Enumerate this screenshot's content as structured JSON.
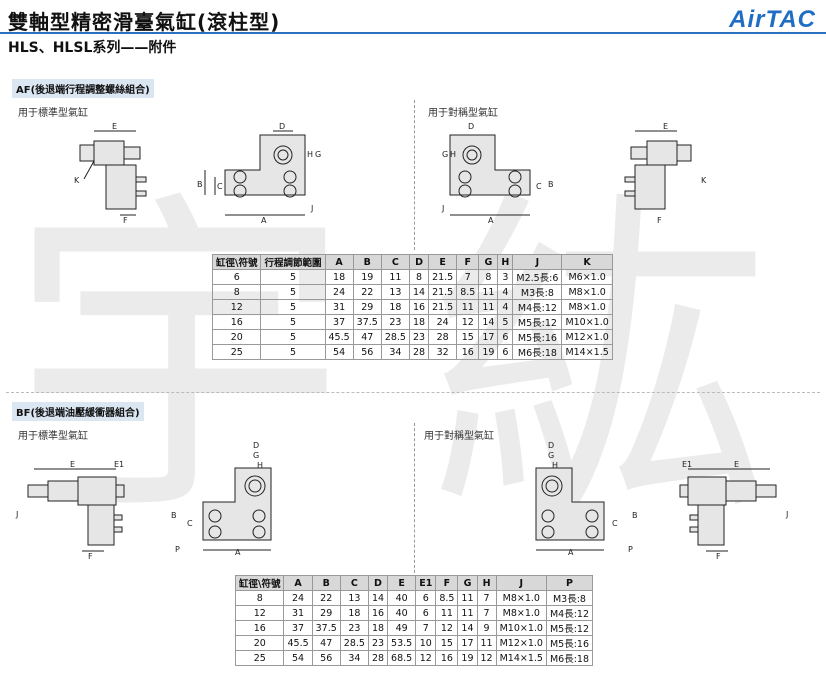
{
  "header": {
    "title": "雙軸型精密滑臺氣缸(滾柱型)",
    "subtitle": "HLS、HLSL系列——附件",
    "logo": "AirTAC"
  },
  "watermark": {
    "left": "宇",
    "right": "紘"
  },
  "af": {
    "section": "AF(後退端行程調整螺絲組合)",
    "cap_std": "用于標準型氣缸",
    "cap_sym": "用于對稱型氣缸",
    "columns": [
      "缸徑\\符號",
      "行程調節範圍",
      "A",
      "B",
      "C",
      "D",
      "E",
      "F",
      "G",
      "H",
      "J",
      "K"
    ],
    "rows": [
      [
        "6",
        "5",
        "18",
        "19",
        "11",
        "8",
        "21.5",
        "7",
        "8",
        "3",
        "M2.5長:6",
        "M6×1.0"
      ],
      [
        "8",
        "5",
        "24",
        "22",
        "13",
        "14",
        "21.5",
        "8.5",
        "11",
        "4",
        "M3長:8",
        "M8×1.0"
      ],
      [
        "12",
        "5",
        "31",
        "29",
        "18",
        "16",
        "21.5",
        "11",
        "11",
        "4",
        "M4長:12",
        "M8×1.0"
      ],
      [
        "16",
        "5",
        "37",
        "37.5",
        "23",
        "18",
        "24",
        "12",
        "14",
        "5",
        "M5長:12",
        "M10×1.0"
      ],
      [
        "20",
        "5",
        "45.5",
        "47",
        "28.5",
        "23",
        "28",
        "15",
        "17",
        "6",
        "M5長:16",
        "M12×1.0"
      ],
      [
        "25",
        "5",
        "54",
        "56",
        "34",
        "28",
        "32",
        "16",
        "19",
        "6",
        "M6長:18",
        "M14×1.5"
      ]
    ]
  },
  "bf": {
    "section": "BF(後退端油壓緩衝器組合)",
    "cap_std": "用于標準型氣缸",
    "cap_sym": "用于對稱型氣缸",
    "columns": [
      "缸徑\\符號",
      "A",
      "B",
      "C",
      "D",
      "E",
      "E1",
      "F",
      "G",
      "H",
      "J",
      "P"
    ],
    "rows": [
      [
        "8",
        "24",
        "22",
        "13",
        "14",
        "40",
        "6",
        "8.5",
        "11",
        "7",
        "M8×1.0",
        "M3長:8"
      ],
      [
        "12",
        "31",
        "29",
        "18",
        "16",
        "40",
        "6",
        "11",
        "11",
        "7",
        "M8×1.0",
        "M4長:12"
      ],
      [
        "16",
        "37",
        "37.5",
        "23",
        "18",
        "49",
        "7",
        "12",
        "14",
        "9",
        "M10×1.0",
        "M5長:12"
      ],
      [
        "20",
        "45.5",
        "47",
        "28.5",
        "23",
        "53.5",
        "10",
        "15",
        "17",
        "11",
        "M12×1.0",
        "M5長:16"
      ],
      [
        "25",
        "54",
        "56",
        "34",
        "28",
        "68.5",
        "12",
        "16",
        "19",
        "12",
        "M14×1.5",
        "M6長:18"
      ]
    ]
  },
  "labels": {
    "A": "A",
    "B": "B",
    "C": "C",
    "D": "D",
    "E": "E",
    "E1": "E1",
    "F": "F",
    "G": "G",
    "H": "H",
    "J": "J",
    "K": "K",
    "P": "P"
  }
}
